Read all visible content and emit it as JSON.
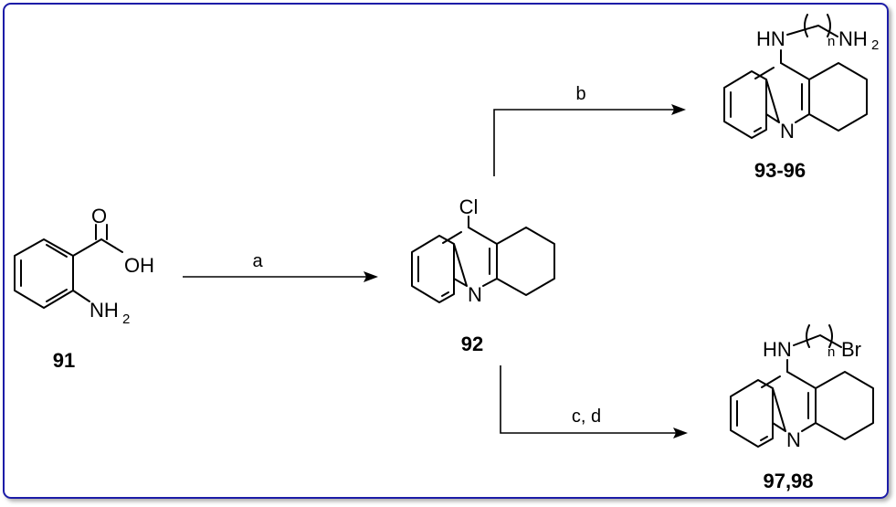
{
  "compounds": {
    "c91": {
      "label": "91",
      "atoms": {
        "o": "O",
        "oh": "OH",
        "n": "NH",
        "n_sub": "2"
      }
    },
    "c92": {
      "label": "92",
      "atoms": {
        "cl": "Cl",
        "n": "N"
      }
    },
    "c93": {
      "label": "93-96",
      "atoms": {
        "hn": "HN",
        "n_idx": "n",
        "nh": "NH",
        "nh_sub": "2",
        "n": "N"
      }
    },
    "c97": {
      "label": "97,98",
      "atoms": {
        "hn": "HN",
        "n_idx": "n",
        "br": "Br",
        "n": "N"
      }
    }
  },
  "conditions": {
    "a": "a",
    "b": "b",
    "cd": "c, d"
  },
  "style": {
    "frame_color": "#1a1aa8",
    "ink": "#000000"
  }
}
